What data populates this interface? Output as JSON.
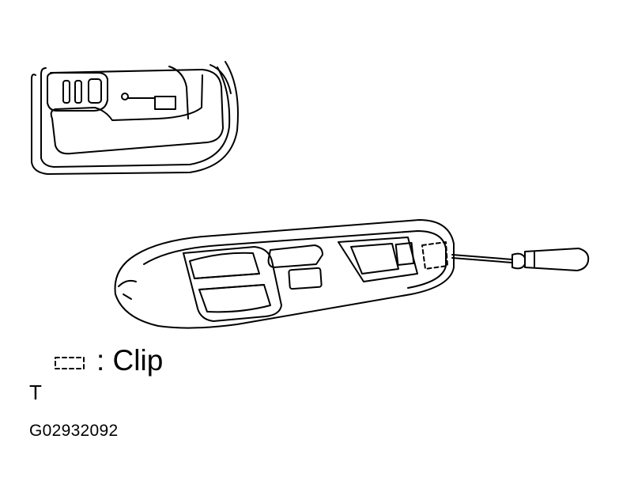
{
  "legend": {
    "symbol_icon": "clip-dashed-rect-icon",
    "label": ": Clip"
  },
  "figure_code": "G02932092",
  "cursor_glyph": "T",
  "colors": {
    "line": "#000000",
    "background": "#ffffff"
  }
}
